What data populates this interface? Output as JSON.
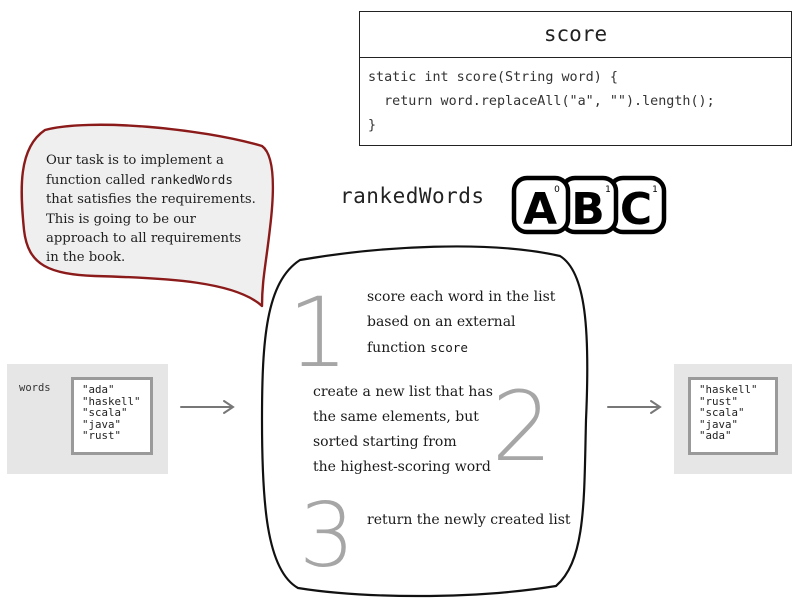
{
  "score_box": {
    "title": "score",
    "code": [
      "static int score(String word) {",
      "  return word.replaceAll(\"a\", \"\").length();",
      "}"
    ]
  },
  "callout": {
    "line1": "Our task is to implement a",
    "line2_pre": "function called ",
    "line2_code": "rankedWords",
    "line3": "that satisfies the requirements.",
    "line4": "This is going to be our",
    "line5": "approach to all requirements",
    "line6": "in the book."
  },
  "ranked_title": "rankedWords",
  "abc_tiles": [
    {
      "letter": "A",
      "sub": "0"
    },
    {
      "letter": "B",
      "sub": "1"
    },
    {
      "letter": "C",
      "sub": "1"
    }
  ],
  "input": {
    "label": "words",
    "items": [
      "\"ada\"",
      "\"haskell\"",
      "\"scala\"",
      "\"java\"",
      "\"rust\""
    ]
  },
  "output": {
    "items": [
      "\"haskell\"",
      "\"rust\"",
      "\"scala\"",
      "\"java\"",
      "\"ada\""
    ]
  },
  "steps": [
    {
      "number": "1",
      "lines": [
        "score each word in the list",
        "based on an external"
      ],
      "last_pre": "function ",
      "last_code": "score"
    },
    {
      "number": "2",
      "lines": [
        "create a new list that has",
        "the same elements, but",
        "sorted starting from",
        "the highest-scoring word"
      ]
    },
    {
      "number": "3",
      "lines": [
        "return the newly created list"
      ]
    }
  ],
  "colors": {
    "callout_border": "#8b1a1a",
    "callout_fill": "#efefef",
    "panel": "#e6e6e6",
    "number_gray": "#a6a6a6"
  }
}
